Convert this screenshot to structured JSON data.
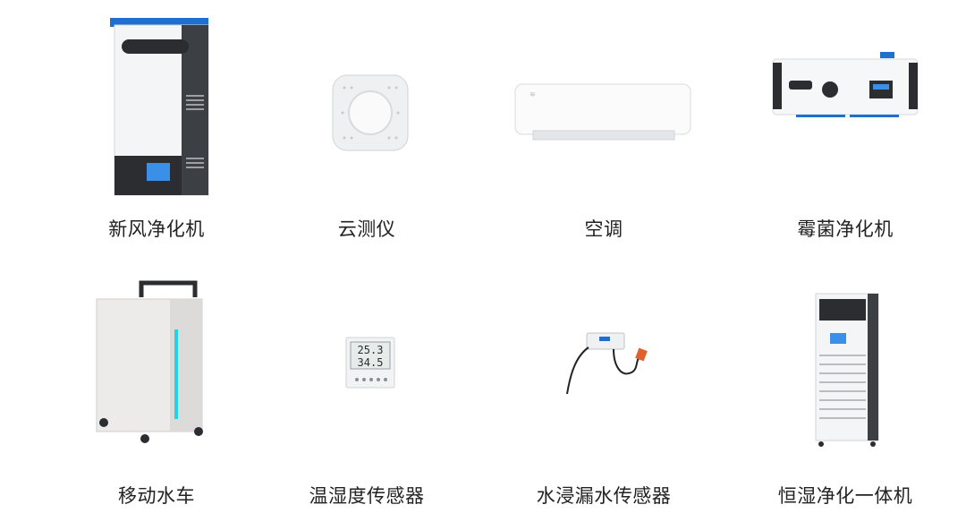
{
  "products": [
    {
      "label": "新风净化机",
      "icon": "fresh-air-purifier-icon"
    },
    {
      "label": "云测仪",
      "icon": "cloud-monitor-icon"
    },
    {
      "label": "空调",
      "icon": "air-conditioner-icon"
    },
    {
      "label": "霉菌净化机",
      "icon": "mold-purifier-icon"
    },
    {
      "label": "移动水车",
      "icon": "mobile-water-cart-icon"
    },
    {
      "label": "温湿度传感器",
      "icon": "temp-humidity-sensor-icon"
    },
    {
      "label": "水浸漏水传感器",
      "icon": "water-leak-sensor-icon"
    },
    {
      "label": "恒湿净化一体机",
      "icon": "humidity-purifier-icon"
    }
  ],
  "sensor_display": {
    "line1": "25.3",
    "line2": "34.5"
  },
  "colors": {
    "accent_blue": "#1f6fd1",
    "cyan": "#22d3e8",
    "orange": "#e0612b"
  }
}
